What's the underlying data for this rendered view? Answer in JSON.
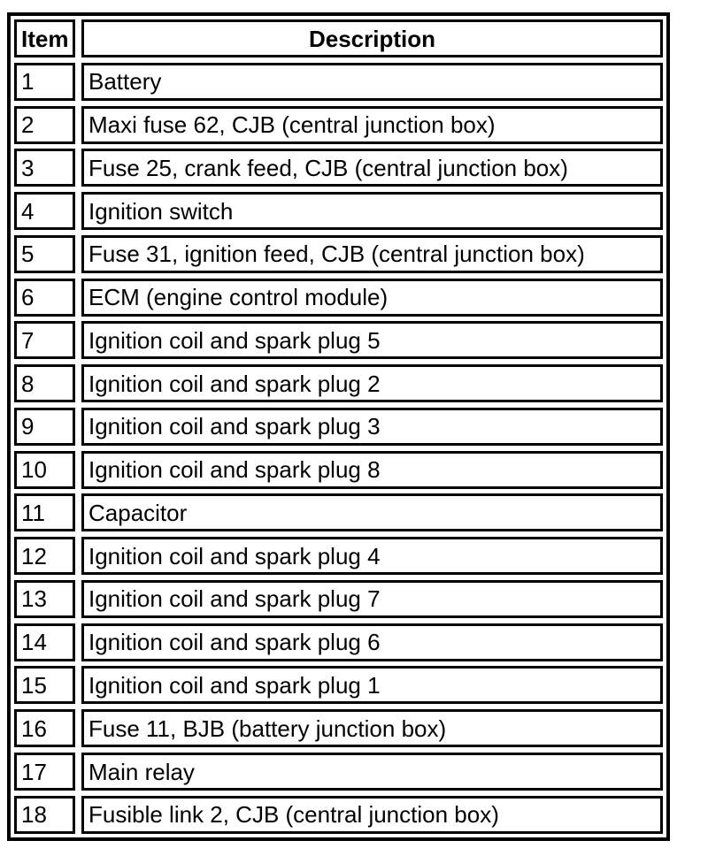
{
  "table": {
    "headers": {
      "item": "Item",
      "description": "Description"
    },
    "rows": [
      {
        "item": "1",
        "description": "Battery"
      },
      {
        "item": "2",
        "description": "Maxi fuse 62, CJB (central junction box)"
      },
      {
        "item": "3",
        "description": "Fuse 25, crank feed, CJB (central junction box)"
      },
      {
        "item": "4",
        "description": "Ignition switch"
      },
      {
        "item": "5",
        "description": "Fuse 31, ignition feed, CJB (central junction box)"
      },
      {
        "item": "6",
        "description": "ECM (engine control module)"
      },
      {
        "item": "7",
        "description": "Ignition coil and spark plug 5"
      },
      {
        "item": "8",
        "description": "Ignition coil and spark plug 2"
      },
      {
        "item": "9",
        "description": "Ignition coil and spark plug 3"
      },
      {
        "item": "10",
        "description": "Ignition coil and spark plug 8"
      },
      {
        "item": "11",
        "description": "Capacitor"
      },
      {
        "item": "12",
        "description": "Ignition coil and spark plug 4"
      },
      {
        "item": "13",
        "description": "Ignition coil and spark plug 7"
      },
      {
        "item": "14",
        "description": "Ignition coil and spark plug 6"
      },
      {
        "item": "15",
        "description": "Ignition coil and spark plug 1"
      },
      {
        "item": "16",
        "description": "Fuse 11, BJB (battery junction box)"
      },
      {
        "item": "17",
        "description": "Main relay"
      },
      {
        "item": "18",
        "description": "Fusible link 2, CJB (central junction box)"
      }
    ],
    "colors": {
      "border": "#000000",
      "background": "#ffffff",
      "text": "#000000"
    }
  }
}
